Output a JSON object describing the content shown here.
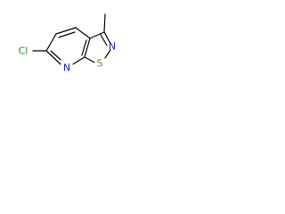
{
  "molecule": {
    "atoms": [
      {
        "label": "Cl",
        "color": "#1c8a1c"
      },
      {
        "label": "N",
        "color": "#1a1adb"
      },
      {
        "label": "S",
        "color": "#8a7a10"
      },
      {
        "label": "N",
        "color": "#1a1adb"
      }
    ],
    "bond_color": "#000000"
  }
}
